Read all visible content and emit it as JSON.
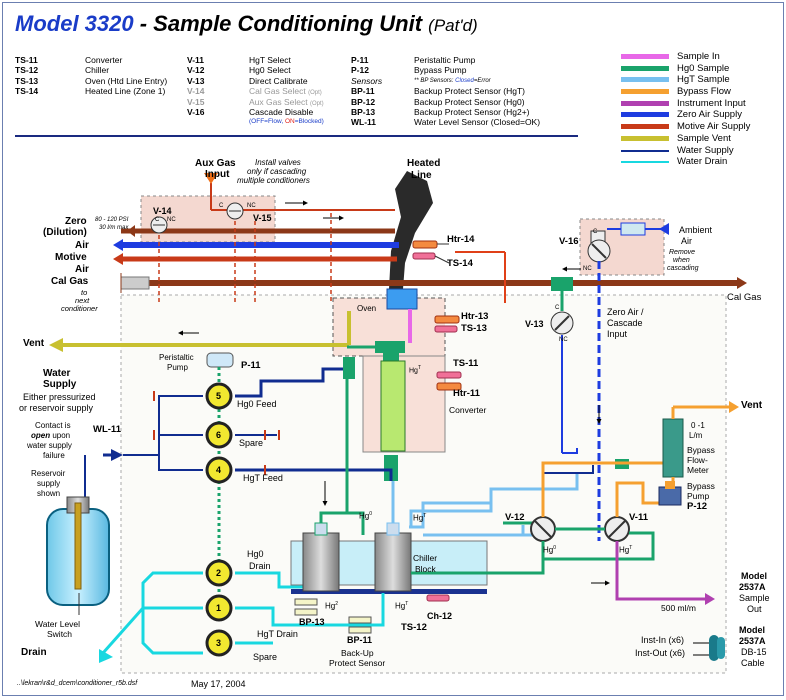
{
  "header": {
    "model": "Model 3320",
    "title": " - Sample Conditioning Unit",
    "patent": "(Pat'd)"
  },
  "table1": [
    {
      "key": "TS-11",
      "val": "Converter"
    },
    {
      "key": "TS-12",
      "val": "Chiller"
    },
    {
      "key": "TS-13",
      "val": "Oven (Htd Line Entry)"
    },
    {
      "key": "TS-14",
      "val": "Heated Line (Zone 1)"
    }
  ],
  "table2": [
    {
      "key": "V-11",
      "val": "HgT Select"
    },
    {
      "key": "V-12",
      "val": "Hg0 Select"
    },
    {
      "key": "V-13",
      "val": "Direct Calibrate"
    },
    {
      "key": "V-14",
      "val": "Cal Gas Select",
      "opt": "(Opt)"
    },
    {
      "key": "V-15",
      "val": "Aux Gas Select",
      "opt": "(Opt)"
    },
    {
      "key": "V-16",
      "val": "Cascade Disable"
    }
  ],
  "table2_note": {
    "a": "(OFF",
    "b": "=Flow, ",
    "c": "ON",
    "d": "=Blocked)"
  },
  "table3": [
    {
      "key": "P-11",
      "val": "Peristaltic Pump"
    },
    {
      "key": "P-12",
      "val": "Bypass Pump"
    },
    {
      "key": "Sensors",
      "val": ""
    },
    {
      "key": "BP-11",
      "val": "Backup Protect Sensor (HgT)"
    },
    {
      "key": "BP-12",
      "val": "Backup Protect Sensor (Hg0)"
    },
    {
      "key": "BP-13",
      "val": "Backup Protect Sensor (Hg2+)"
    },
    {
      "key": "WL-11",
      "val": "Water Level Sensor (Closed=OK)"
    }
  ],
  "sensor_note": {
    "a": "** BP Sensors: ",
    "b": "Closed",
    "c": "=Error"
  },
  "legend": [
    {
      "label": "Sample In",
      "color": "#e868e8"
    },
    {
      "label": "Hg0 Sample",
      "color": "#1aa36b"
    },
    {
      "label": "HgT Sample",
      "color": "#78c0f0"
    },
    {
      "label": "Bypass Flow",
      "color": "#f5a030"
    },
    {
      "label": "Instrument Input",
      "color": "#b040b0"
    },
    {
      "label": "Zero Air Supply",
      "color": "#1e3ce0"
    },
    {
      "label": "Motive Air Supply",
      "color": "#c83a18"
    },
    {
      "label": "Sample Vent",
      "color": "#c8c030"
    },
    {
      "label": "Water Supply",
      "color": "#102c90",
      "thin": true
    },
    {
      "label": "Water Drain",
      "color": "#18d8e0",
      "thin": true
    }
  ],
  "labels": {
    "aux_gas": "Aux Gas",
    "input": "Input",
    "install_note_1": "Install valves",
    "install_note_2": "only if cascading",
    "install_note_3": "multiple conditioners",
    "heated_line_1": "Heated",
    "heated_line_2": "Line",
    "zero": "Zero",
    "dilution": "(Dilution)",
    "psi_1": "80 - 120 PSI",
    "psi_2": "30 l/m max",
    "air": "Air",
    "motive": "Motive",
    "air2": "Air",
    "cal_gas": "Cal Gas",
    "to": "to",
    "next": "next",
    "conditioner": "conditioner",
    "v14": "V-14",
    "v15": "V-15",
    "v16": "V-16",
    "v13": "V-13",
    "c": "C",
    "nc": "NC",
    "htr14": "Htr-14",
    "ts14": "TS-14",
    "ambient": "Ambient",
    "ambient_air": "Air",
    "remove": "Remove",
    "when": "when",
    "cascading": "cascading",
    "cal_gas_right": "Cal Gas",
    "oven": "Oven",
    "htr13": "Htr-13",
    "ts13": "TS-13",
    "zero_air_cascade_1": "Zero Air /",
    "zero_air_cascade_2": "Cascade",
    "zero_air_cascade_3": "Input",
    "vent_left": "Vent",
    "peristaltic_1": "Peristaltic",
    "peristaltic_2": "Pump",
    "p11": "P-11",
    "hgt_small": "Hg",
    "ts11": "TS-11",
    "htr11": "Htr-11",
    "converter": "Converter",
    "water_supply_1": "Water",
    "water_supply_2": "Supply",
    "water_supply_3": "Either pressurized",
    "water_supply_4": "or reservoir supply",
    "hg0_feed": "Hg0  Feed",
    "spare1": "Spare",
    "hgt_feed": "HgT Feed",
    "wl11": "WL-11",
    "contact_1": "Contact is",
    "contact_2": "open",
    "contact_2b": " upon",
    "contact_3": "water supply",
    "contact_4": "failure",
    "reservoir_1": "Reservoir",
    "reservoir_2": "supply",
    "reservoir_3": "shown",
    "vent_right": "Vent",
    "flow_1": "0 -1",
    "flow_2": "L/m",
    "bypass_fm_1": "Bypass",
    "bypass_fm_2": "Flow-",
    "bypass_fm_3": "Meter",
    "bypass_pump_1": "Bypass",
    "bypass_pump_2": "Pump",
    "p12": "P-12",
    "v12": "V-12",
    "v11": "V-11",
    "hg0_v": "Hg",
    "hgt_v": "Hg",
    "hg0_chill": "Hg",
    "hgt_chill": "Hg",
    "chiller_1": "Chiller",
    "chiller_2": "Block",
    "hg0_drain": "Hg0",
    "drain_w": "Drain",
    "hgt_drain": "HgT Drain",
    "spare3": "Spare",
    "hg2": "Hg",
    "bp13": "BP-13",
    "hgt_bp": "Hg",
    "bp11": "BP-11",
    "ch12": "Ch-12",
    "ts12": "TS-12",
    "backup_1": "Back-Up",
    "backup_2": "Protect Sensor",
    "water_level_1": "Water Level",
    "water_level_2": "Switch",
    "drain": "Drain",
    "model_a_1": "Model",
    "model_a_2": "2537A",
    "model_a_3": "Sample",
    "model_a_4": "Out",
    "flow_500": "500 ml/m",
    "inst_in": "Inst-In (x6)",
    "inst_out": "Inst-Out (x6)",
    "model_b_1": "Model",
    "model_b_2": "2537A",
    "model_b_3": "DB-15",
    "model_b_4": "Cable",
    "filepath": "..\\lekran\\r&d_dcem\\conditioner_r5b.dsf",
    "date": "May 17, 2004",
    "pump5": "5",
    "pump6": "6",
    "pump4": "4",
    "pump2": "2",
    "pump1": "1",
    "pump3": "3",
    "sup0": "0",
    "supT": "T",
    "sup2": "2"
  }
}
